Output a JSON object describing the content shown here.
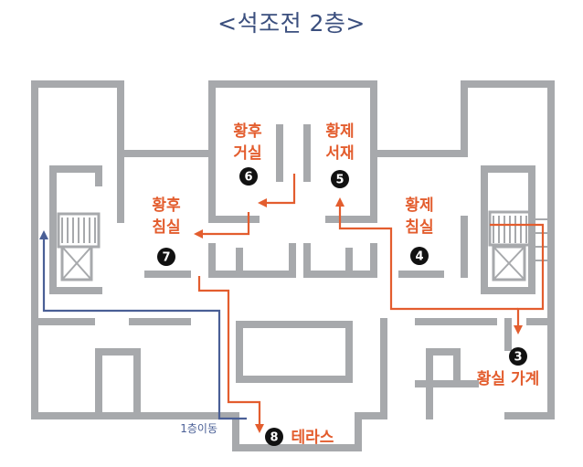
{
  "title": "<석조전 2층>",
  "rooms": [
    {
      "id": "queen-living",
      "lines": [
        "황후",
        "거실"
      ],
      "number": "6"
    },
    {
      "id": "emperor-study",
      "lines": [
        "황제",
        "서재"
      ],
      "number": "5"
    },
    {
      "id": "queen-bedroom",
      "lines": [
        "황후",
        "침실"
      ],
      "number": "7"
    },
    {
      "id": "emperor-bedroom",
      "lines": [
        "황제",
        "침실"
      ],
      "number": "4"
    },
    {
      "id": "imperial-family",
      "lines": [
        "황실 가계"
      ],
      "number": "3"
    },
    {
      "id": "terrace",
      "lines": [
        "테라스"
      ],
      "number": "8"
    }
  ],
  "stair_label": "1층이동",
  "colors": {
    "route_orange": "#e35d2e",
    "route_blue": "#4a5f96",
    "wall": "#a7a9ac",
    "title": "#3b4f7e"
  }
}
